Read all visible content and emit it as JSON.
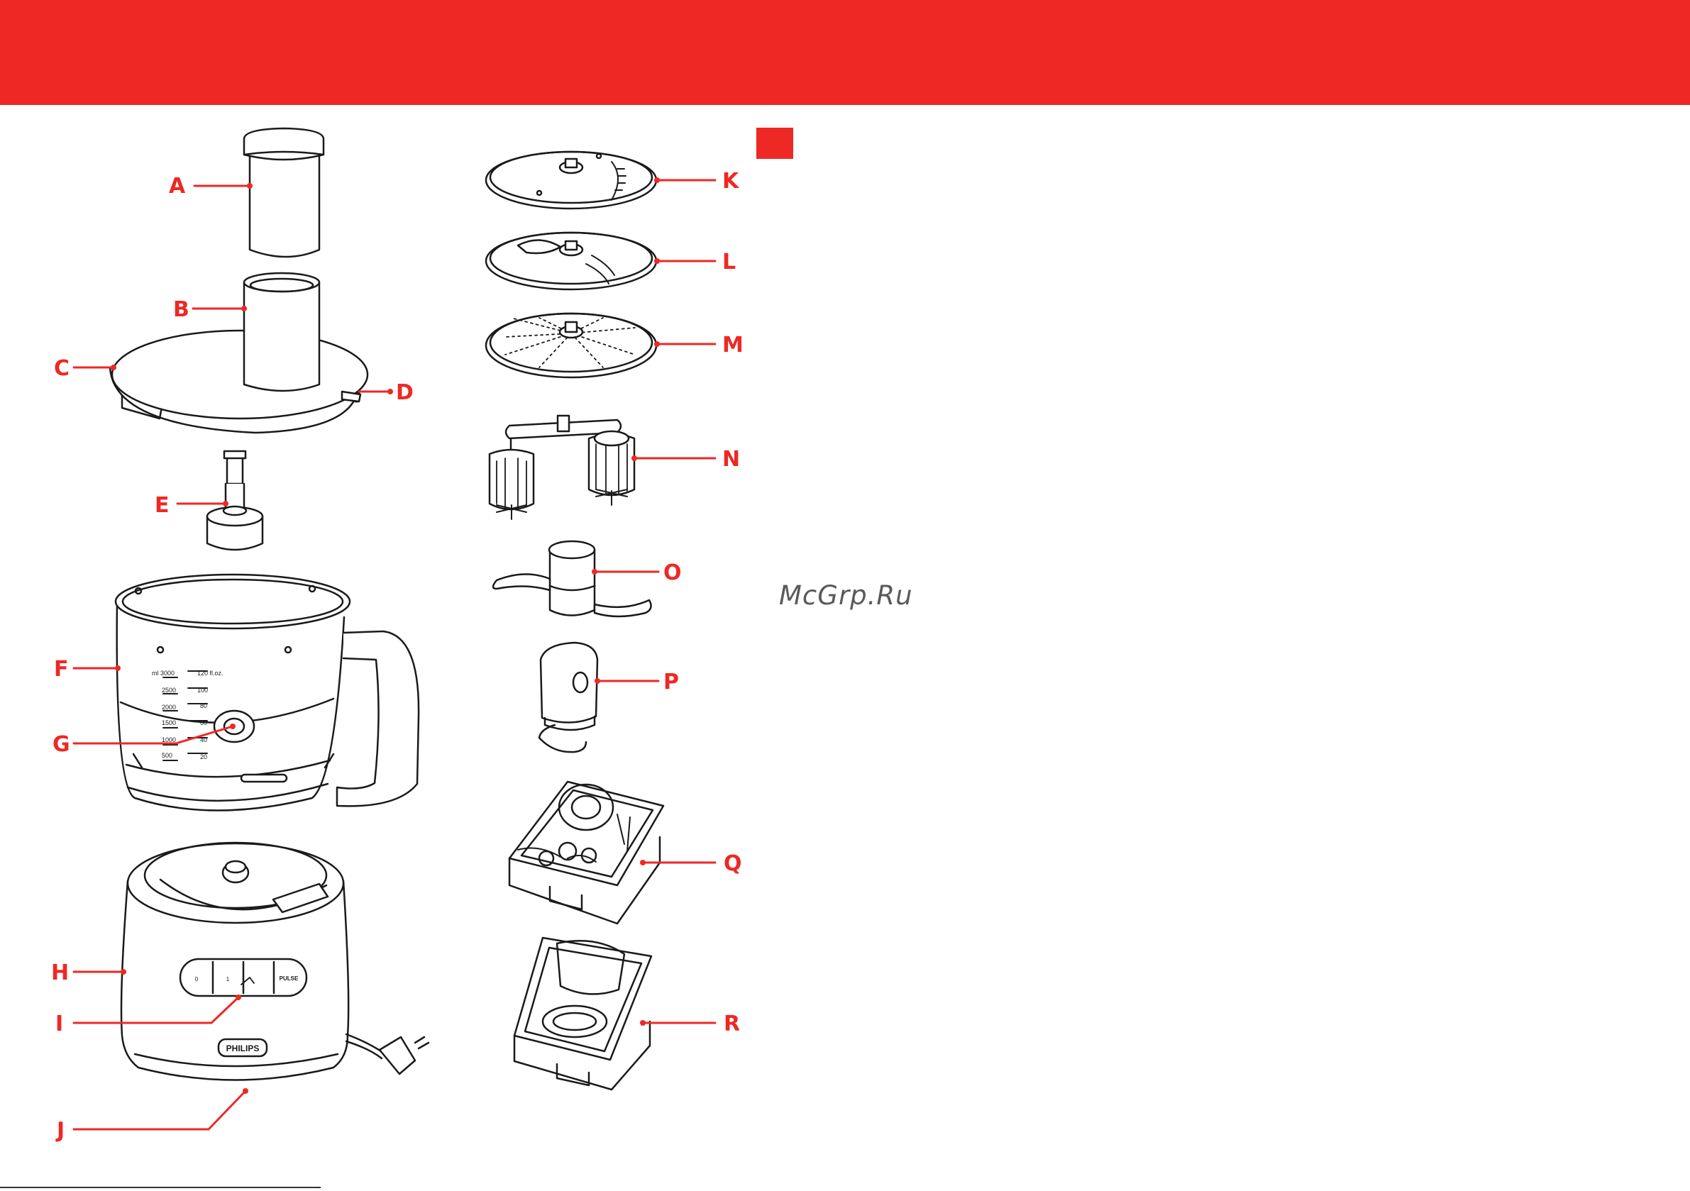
{
  "colors": {
    "brand_red": "#EE2824",
    "line": "#1a1a1a"
  },
  "watermark": "McGrp.Ru",
  "appliance": {
    "brand_plate": "PHILIPS",
    "buttons": [
      "0",
      "1",
      "PULSE"
    ],
    "jug_scale_ml": [
      "ml 3000",
      "2500",
      "2000",
      "1500",
      "1000",
      "500"
    ],
    "jug_scale_floz": [
      "120 fl.oz.",
      "100",
      "80",
      "60",
      "40",
      "20"
    ]
  },
  "labels": [
    "A",
    "B",
    "C",
    "D",
    "E",
    "F",
    "G",
    "H",
    "I",
    "J",
    "K",
    "L",
    "M",
    "N",
    "O",
    "P",
    "Q",
    "R"
  ]
}
